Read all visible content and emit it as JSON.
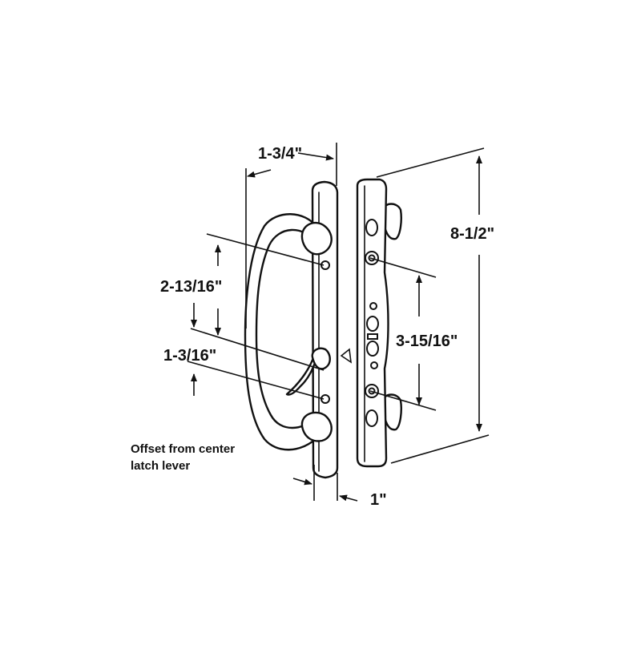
{
  "dimensions": {
    "overall_width": "1-3/4\"",
    "hole_spacing": "2-13/16\"",
    "lever_offset": "1-3/16\"",
    "plate_thickness": "1\"",
    "mount_spacing": "3-15/16\"",
    "overall_height": "8-1/2\""
  },
  "note": {
    "line1": "Offset from center",
    "line2": "latch lever"
  },
  "colors": {
    "ink": "#111111",
    "background": "#ffffff"
  }
}
